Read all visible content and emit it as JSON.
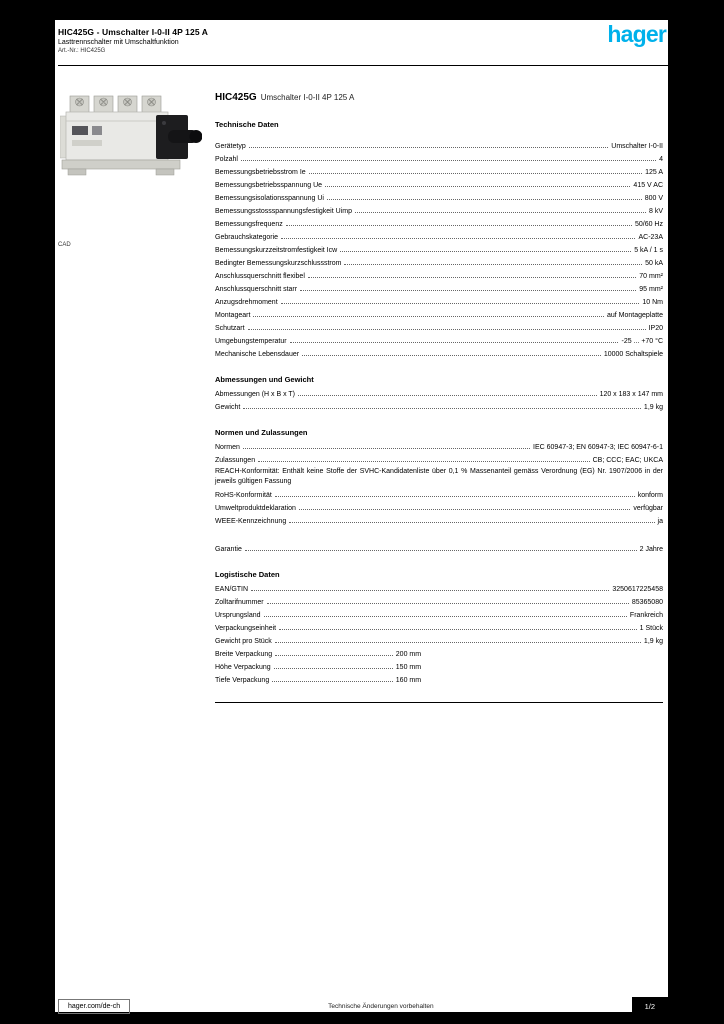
{
  "logo": {
    "text": "hager",
    "color": "#00b1eb"
  },
  "header": {
    "line1": "HIC425G - Umschalter I-0-II 4P 125 A",
    "line2": "Lasttrennschalter mit Umschaltfunktion",
    "line3": "Art.-Nr.: HIC425G"
  },
  "side_note": "CAD",
  "main": {
    "heading_bold": "HIC425G",
    "heading_light": "Umschalter I-0-II 4P 125 A",
    "subheading": "Technische Daten",
    "sections": [
      {
        "heading": "",
        "rows": [
          {
            "label": "Gerätetyp",
            "value": "Umschalter I-0-II"
          },
          {
            "label": "Polzahl",
            "value": "4"
          },
          {
            "label": "Bemessungsbetriebsstrom Ie",
            "value": "125 A"
          },
          {
            "label": "Bemessungsbetriebsspannung Ue",
            "value": "415 V AC"
          },
          {
            "label": "Bemessungsisolationsspannung Ui",
            "value": "800 V"
          },
          {
            "label": "Bemessungsstossspannungsfestigkeit Uimp",
            "value": "8 kV"
          },
          {
            "label": "Bemessungsfrequenz",
            "value": "50/60 Hz"
          },
          {
            "label": "Gebrauchskategorie",
            "value": "AC-23A"
          },
          {
            "label": "Bemessungskurzzeitstromfestigkeit Icw",
            "value": "5 kA / 1 s"
          },
          {
            "label": "Bedingter Bemessungskurzschlussstrom",
            "value": "50 kA"
          },
          {
            "label": "Anschlussquerschnitt flexibel",
            "value": "70 mm²"
          },
          {
            "label": "Anschlussquerschnitt starr",
            "value": "95 mm²"
          },
          {
            "label": "Anzugsdrehmoment",
            "value": "10 Nm"
          },
          {
            "label": "Montageart",
            "value": "auf Montageplatte"
          },
          {
            "label": "Schutzart",
            "value": "IP20"
          },
          {
            "label": "Umgebungstemperatur",
            "value": "-25 ... +70 °C"
          },
          {
            "label": "Mechanische Lebensdauer",
            "value": "10000 Schaltspiele"
          }
        ]
      },
      {
        "heading": "Abmessungen und Gewicht",
        "rows": [
          {
            "label": "Abmessungen (H x B x T)",
            "value": "120 x 183 x 147 mm"
          },
          {
            "label": "Gewicht",
            "value": "1,9 kg"
          }
        ]
      },
      {
        "heading": "Normen und Zulassungen",
        "rows": [
          {
            "label": "Normen",
            "value": "IEC 60947-3; EN 60947-3; IEC 60947-6-1"
          },
          {
            "label": "Zulassungen",
            "value": "CB; CCC; EAC; UKCA"
          },
          {
            "label": "REACH-Konformität",
            "value": "Enthält keine Stoffe der SVHC-Kandidatenliste über 0,1 % Massenanteil gemäss Verordnung (EG) Nr. 1907/2006 in der jeweils gültigen Fassung",
            "wrap": true
          },
          {
            "label": "RoHS-Konformität",
            "value": "konform"
          },
          {
            "label": "Umweltproduktdeklaration",
            "value": "verfügbar"
          },
          {
            "label": "WEEE-Kennzeichnung",
            "value": "ja"
          }
        ]
      },
      {
        "heading": "",
        "rows": [
          {
            "label": "Garantie",
            "value": "2 Jahre"
          }
        ]
      },
      {
        "heading": "Logistische Daten",
        "rows": [
          {
            "label": "EAN/GTIN",
            "value": "3250617225458"
          },
          {
            "label": "Zolltarifnummer",
            "value": "85365080"
          },
          {
            "label": "Ursprungsland",
            "value": "Frankreich"
          },
          {
            "label": "Verpackungseinheit",
            "value": "1 Stück"
          },
          {
            "label": "Gewicht pro Stück",
            "value": "1,9 kg"
          },
          {
            "label": "Breite Verpackung",
            "value": "200 mm",
            "short": true
          },
          {
            "label": "Höhe Verpackung",
            "value": "150 mm",
            "short": true
          },
          {
            "label": "Tiefe Verpackung",
            "value": "160 mm",
            "short": true
          }
        ]
      }
    ]
  },
  "footer": {
    "site": "hager.com/de-ch",
    "note": "Technische Änderungen vorbehalten",
    "page": "1/2"
  }
}
